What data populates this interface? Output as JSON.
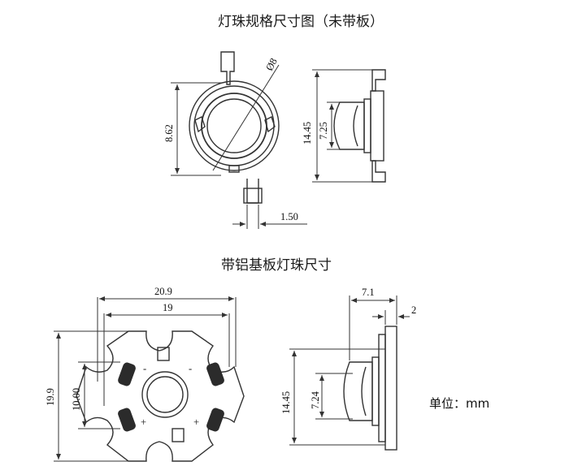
{
  "titles": {
    "top": "灯珠规格尺寸图（未带板）",
    "bottom": "带铝基板灯珠尺寸"
  },
  "unit_note": "单位：mm",
  "dimensions_top": {
    "diameter": "Ø8",
    "height_left": "8.62",
    "height_side": "14.45",
    "lens_height": "7.25",
    "lead_width": "1.50"
  },
  "dimensions_bottom": {
    "width_outer": "20.9",
    "width_inner": "19",
    "height_outer": "19.9",
    "height_inner": "10.00",
    "side_top": "7.1",
    "side_thickness": "2",
    "side_height": "14.45",
    "lens_height": "7.24"
  },
  "polarity": {
    "plus": "+",
    "minus": "-"
  },
  "colors": {
    "line": "#333333",
    "pad": "#2b2b2b",
    "text": "#111111"
  }
}
